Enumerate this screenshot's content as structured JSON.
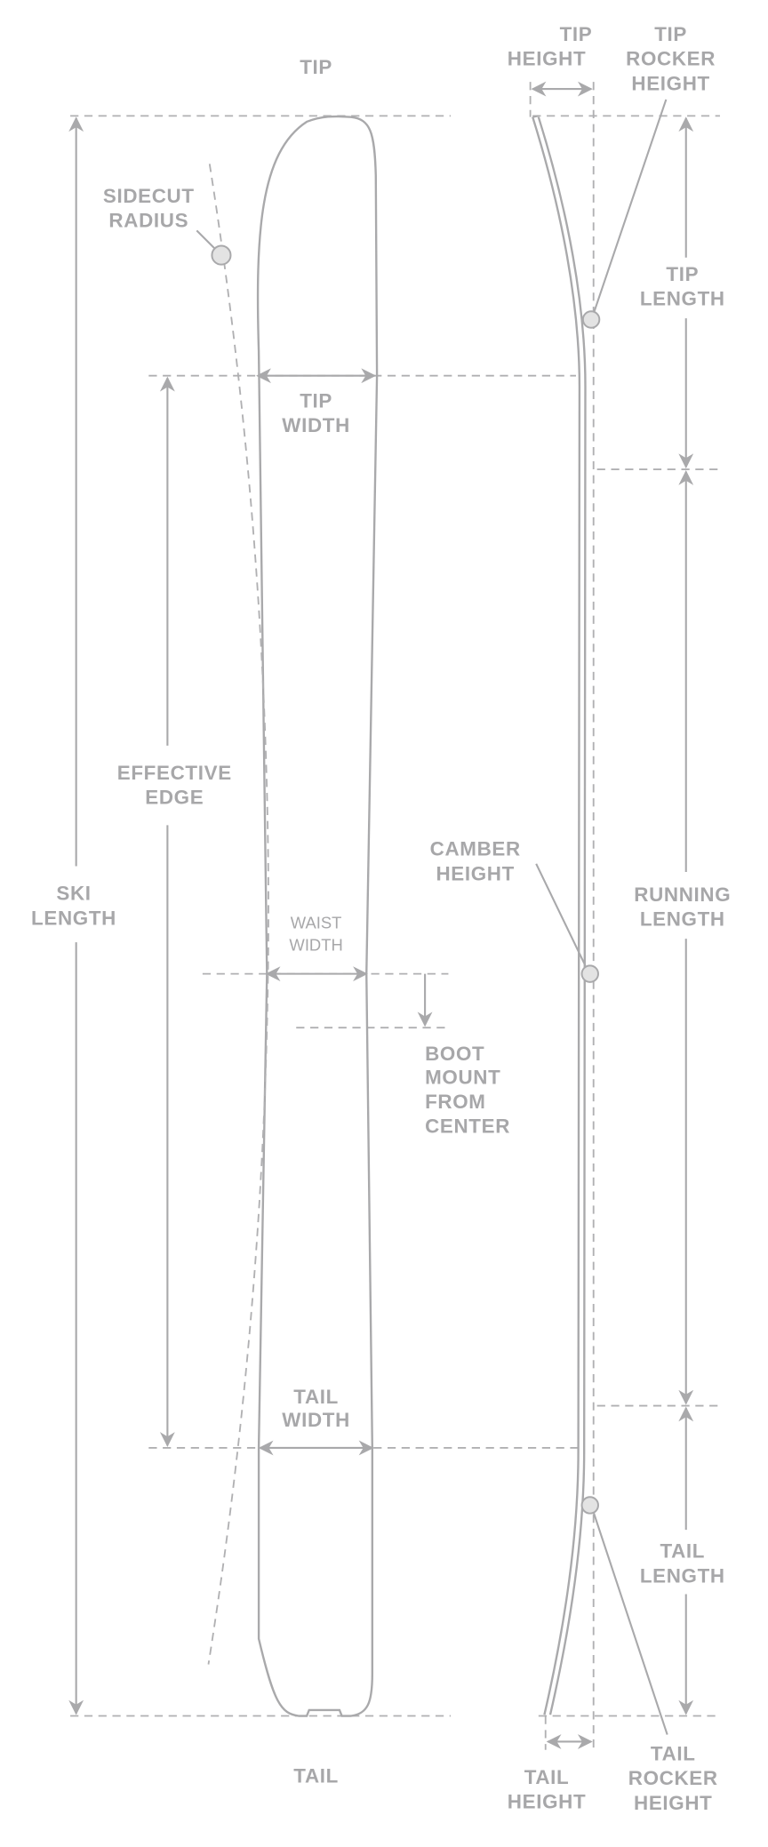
{
  "labels": {
    "tip": "TIP",
    "tail": "TAIL",
    "sidecut_radius": [
      "SIDECUT",
      "RADIUS"
    ],
    "tip_width": [
      "TIP",
      "WIDTH"
    ],
    "effective_edge": [
      "EFFECTIVE",
      "EDGE"
    ],
    "ski_length": [
      "SKI",
      "LENGTH"
    ],
    "waist_width": [
      "WAIST",
      "WIDTH"
    ],
    "boot_mount": [
      "BOOT",
      "MOUNT",
      "FROM",
      "CENTER"
    ],
    "tail_width": [
      "TAIL",
      "WIDTH"
    ],
    "tip_height": [
      "TIP",
      "HEIGHT"
    ],
    "tip_rocker_height": [
      "TIP",
      "ROCKER",
      "HEIGHT"
    ],
    "tip_length": [
      "TIP",
      "LENGTH"
    ],
    "camber_height": [
      "CAMBER",
      "HEIGHT"
    ],
    "running_length": [
      "RUNNING",
      "LENGTH"
    ],
    "tail_length": [
      "TAIL",
      "LENGTH"
    ],
    "tail_height": [
      "TAIL",
      "HEIGHT"
    ],
    "tail_rocker_height": [
      "TAIL",
      "ROCKER",
      "HEIGHT"
    ]
  },
  "colors": {
    "line": "#a9a9ab",
    "text": "#a7a7a9",
    "dot_fill": "#e3e3e3"
  }
}
